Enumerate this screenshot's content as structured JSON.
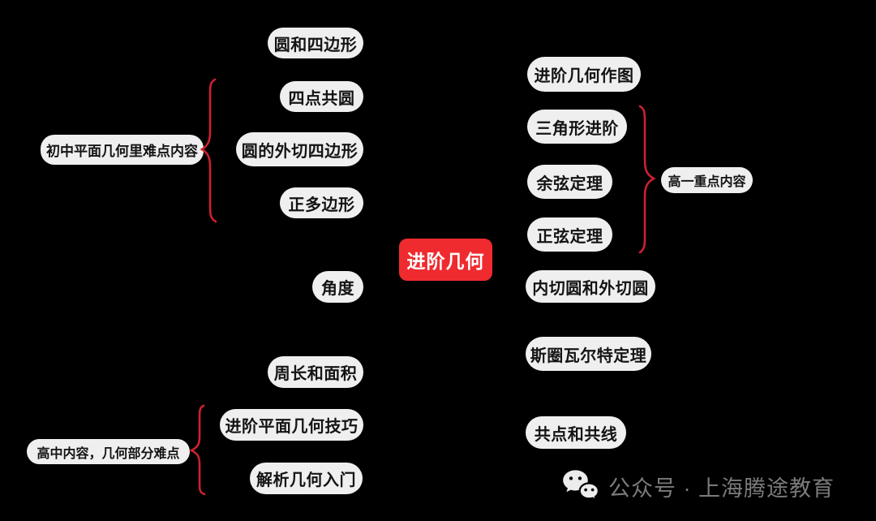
{
  "colors": {
    "background": "#000000",
    "node_bg": "#efefef",
    "node_text": "#141414",
    "center_bg": "#ef2b2f",
    "center_text": "#ffffff",
    "brace": "#cd2130",
    "footer_text": "#7b7b7b",
    "icon_fill": "#ececec"
  },
  "mindmap": {
    "center": {
      "label": "进阶几何"
    },
    "left_branch": {
      "standalone_top": {
        "label": "圆和四边形"
      },
      "junior_group": {
        "label": "初中平面几何里难点内容",
        "items": [
          {
            "label": "四点共圆"
          },
          {
            "label": "圆的外切四边形"
          },
          {
            "label": "正多边形"
          }
        ]
      },
      "angle": {
        "label": "角度"
      },
      "perimeter_area": {
        "label": "周长和面积"
      },
      "senior_group": {
        "label": "高中内容，几何部分难点",
        "items": [
          {
            "label": "进阶平面几何技巧"
          },
          {
            "label": "解析几何入门"
          }
        ]
      }
    },
    "right_branch": {
      "construction": {
        "label": "进阶几何作图"
      },
      "grade10_group": {
        "label": "高一重点内容",
        "items": [
          {
            "label": "三角形进阶"
          },
          {
            "label": "余弦定理"
          },
          {
            "label": "正弦定理"
          }
        ]
      },
      "circles": {
        "label": "内切圆和外切圆"
      },
      "stewart": {
        "label": "斯圈瓦尔特定理"
      },
      "concurrency": {
        "label": "共点和共线"
      }
    }
  },
  "footer": {
    "icon": "wechat-logo",
    "label": "公众号 · 上海腾途教育"
  }
}
